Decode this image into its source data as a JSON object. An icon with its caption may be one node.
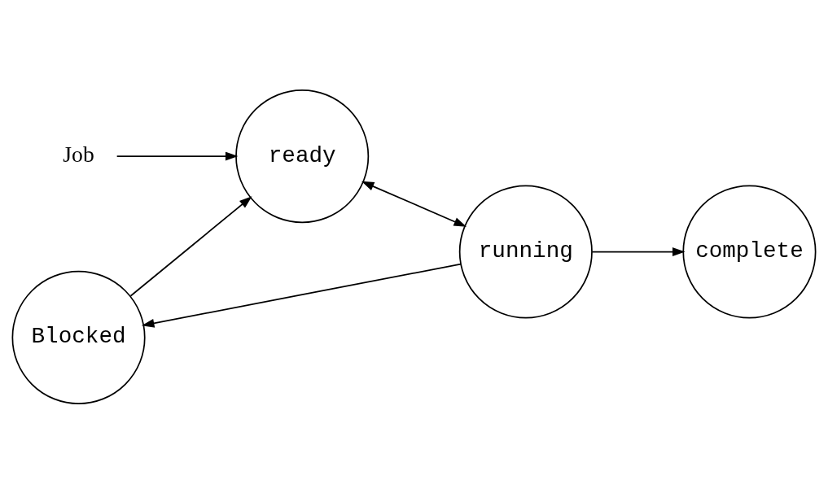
{
  "diagram": {
    "nodes": [
      {
        "text": [
          "Blocked"
        ]
      },
      {
        "text": [
          "Job"
        ]
      },
      {
        "text": [
          "ready"
        ]
      },
      {
        "text": [
          "running"
        ]
      },
      {
        "text": [
          "complete"
        ]
      }
    ],
    "edges": [
      {
        "from": 1,
        "to": 2,
        "arrow": "to"
      },
      {
        "from": 0,
        "to": 2,
        "arrow": "to"
      },
      {
        "from": 2,
        "to": 3,
        "arrow": "both"
      },
      {
        "from": 3,
        "to": 0,
        "arrow": "to"
      },
      {
        "from": 3,
        "to": 4,
        "arrow": "to"
      }
    ]
  }
}
